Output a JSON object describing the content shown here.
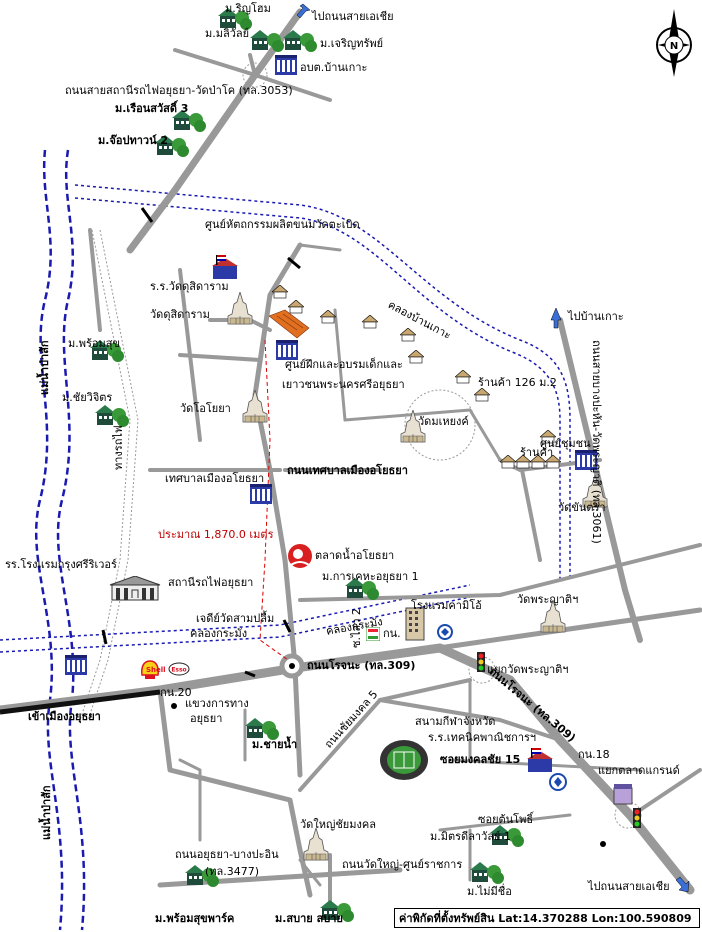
{
  "labels": {
    "to_asia_north": "ไปถนนสายเอเชีย",
    "to_asia_south": "ไปถนนสายเอเชีย",
    "to_ban_ko": "ไปบ้านเกาะ",
    "mu_rinhome": "ม.ริญโฮม",
    "mu_malilat": "ม.มลิวัลย์",
    "mu_charoensap": "ม.เจริญทรัพย์",
    "obt_ban_ko": "อบต.บ้านเกาะ",
    "road_3053": "ถนนสายสถานีรถไฟอยุธยา-วัดป่าโค (ทล.3053)",
    "mu_ruen_sawat": "ม.เรือนสวัสดิ์ 3",
    "mu_jop_town": "ม.จ๊อปทาวน์ 2",
    "craft_center": "ศูนย์หัตถกรรมผลิตขนมวัดตะเบิด",
    "school_wat_sidaram": "ร.ร.วัดดุสิดาราม",
    "wat_sidaram": "วัดดุสิดาราม",
    "canal_ban_ko": "คลองบ้านเกาะ",
    "mu_phrom_suk": "ม.พร้อมสุข",
    "river_pa_sak_1": "แม่น้ำป่าสัก",
    "river_pa_sak_2": "แม่น้ำป่าสัก",
    "mu_chaiwijit": "ม.ชัยวิจิตร",
    "railway": "ทางรถไฟ",
    "child_center_1": "ศูนย์ฝึกและอบรมเด็กและ",
    "child_center_2": "เยาวชนพระนครศรีอยุธยา",
    "shop_126": "ร้านค้า 126 ม.2",
    "wat_oyoya": "วัดโอโยยา",
    "wat_mae_hong": "วัดมเหยงค์",
    "highway_3061": "ถนนสายบางปะหัน-วัดพระญาติ (ทล.3061)",
    "community_hall": "ศูนย์ชุมชน",
    "shop": "ร้านค้า",
    "wat_khan_tara": "วัดขันตรา",
    "municipality": "เทศบาลเมืองอโยธยา",
    "road_municipality": "ถนนเทศบาลเมืองอโยธยา",
    "distance": "ประมาณ 1,870.0 เมตร",
    "market": "ตลาดน้ำอโยธยา",
    "mu_karn_kheha": "ม.การเคหะอยุธยา 1",
    "wat_phra_yat": "วัดพระญาติฯ",
    "hotel_krungsri": "รร.โรงแรมกรุงศรีริเวอร์",
    "railway_station": "สถานีรถไฟอยุธยา",
    "chedi": "เจดีย์วัดสามปลื้ม",
    "canal_khao_mao": "คลองกระมัง",
    "canal_khao_mao_2": "คลองกระมัง",
    "hotel_kamiyo": "โรงแรมคามิโอ้",
    "ko_soi": "ซ.ไสว 2",
    "ko_no": "กน.",
    "naresuan_rd": "ถนนโรจนะ (ทล.309)",
    "naresuan_rd_2": "ถนนโรจนะ (ทล.309)",
    "intersection_phra_yat": "แยกวัดพระญาติฯ",
    "enter_ayutthaya": "เข้าเมืองอยุธยา",
    "kor_20": "กน.20",
    "district_office_1": "แขวงการทาง",
    "district_office_2": "อยุธยา",
    "mu_chai_nam": "ม.ชายน้ำ",
    "soi_mongkol_5": "ถนนชัยมงคล 5",
    "stadium_1": "สนามกีฬาจังหวัด",
    "stadium_2": "ร.ร.เทคนิคพาณิชการฯ",
    "soi_mongkol_15": "ซอยมงคลชัย 15",
    "kor_18": "กน.18",
    "intersection_market": "แยกตลาดแกรนด์",
    "soi_ton_pho": "ซอยต้นโพธิ์",
    "wat_yai_chai_mongkol": "วัดใหญ่ชัยมงคล",
    "road_bang_pa_in": "ถนนอยุธยา-บางปะอิน",
    "road_3477": "(ทล.3477)",
    "mu_mitr_talawan": "ม.มิตรดีลาวัลย์ 1",
    "mu_mai_sue": "ม.ไม่มีชื่อ",
    "road_wat_yai": "ถนนวัดใหญ่-ศูนย์ราชการ",
    "mu_phrom_suk_park": "ม.พร้อมสุขพาร์ค",
    "mu_sabai": "ม.สบาย สบาย",
    "shell": "Shell",
    "esso": "Esso",
    "compass_n": "N"
  },
  "coordinates": {
    "title": "ค่าพิกัดที่ตั้งทรัพย์สิน",
    "lat": "Lat:14.370288",
    "lon": "Lon:100.590809"
  }
}
